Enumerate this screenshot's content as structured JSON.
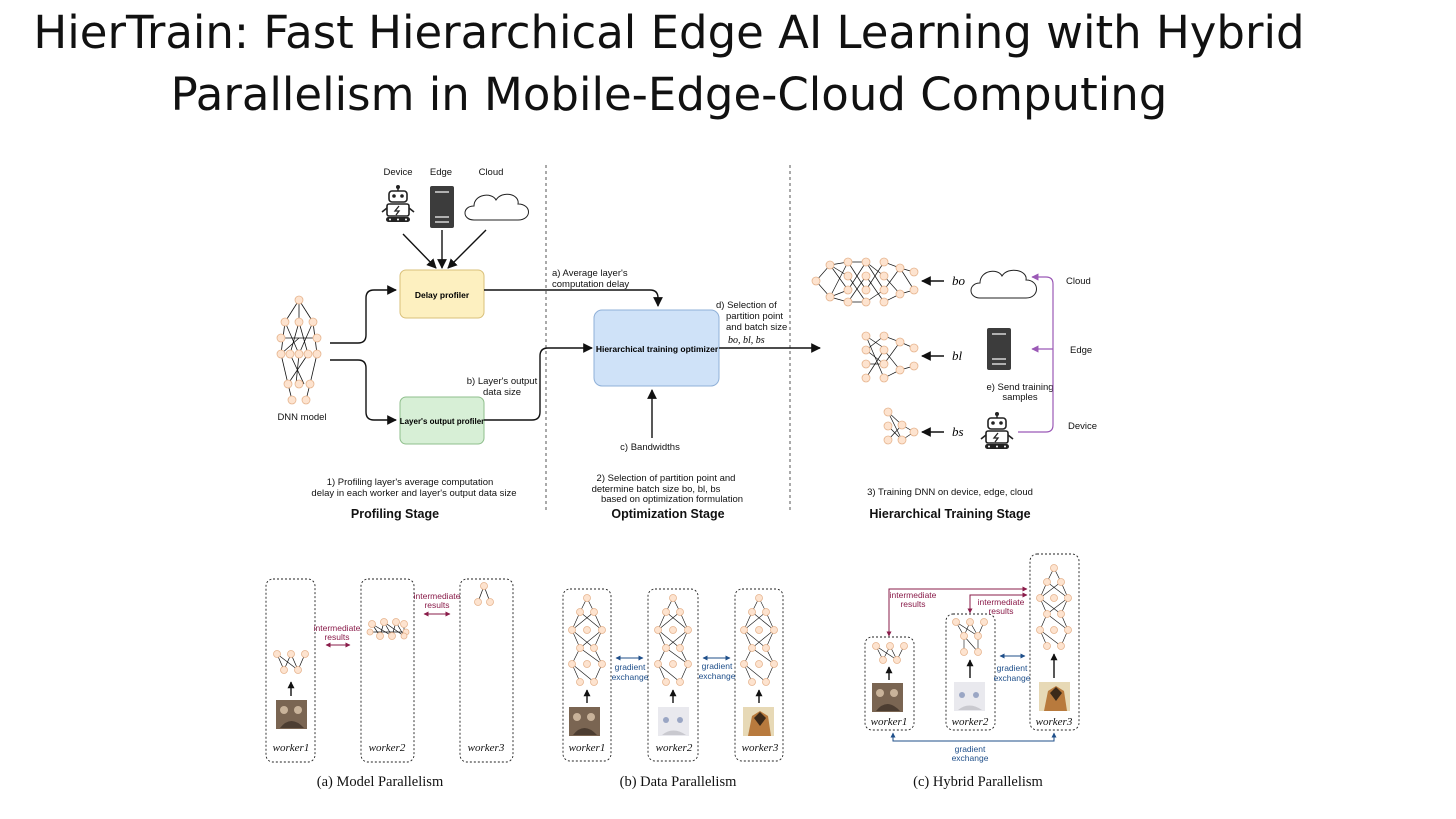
{
  "title": {
    "line1": "HierTrain: Fast Hierarchical Edge AI Learning with Hybrid",
    "line2": "Parallelism in Mobile-Edge-Cloud Computing"
  },
  "colors": {
    "delay_profiler": "#fdf0c0",
    "output_profiler": "#d7efd6",
    "optimizer": "#cfe2f8",
    "intermediate": "#8a1c4a",
    "gradient": "#1f4f8a",
    "send": "#9b59b6"
  },
  "profiling": {
    "device": "Device",
    "edge": "Edge",
    "cloud": "Cloud",
    "delay_profiler": "Delay profiler",
    "output_profiler": "Layer's output profiler",
    "dnn_model": "DNN model",
    "desc_line1": "1) Profiling layer's average computation",
    "desc_line2": "delay in each worker and layer's output data size",
    "stage": "Profiling Stage"
  },
  "optimization": {
    "label_a1": "a) Average layer's",
    "label_a2": "computation  delay",
    "label_b1": "b) Layer's output",
    "label_b2": "data size",
    "optimizer": "Hierarchical  training optimizer",
    "label_c": "c)  Bandwidths",
    "label_d1": "d)  Selection of",
    "label_d2": "partition point",
    "label_d3": "and  batch size",
    "label_d4": "bo, bl, bs",
    "desc_line1": "2)  Selection of partition point and",
    "desc_line2": "determine batch size bo, bl, bs",
    "desc_line3": "based on optimization formulation",
    "stage": "Optimization Stage"
  },
  "training": {
    "b_o": "bo",
    "b_l": "bl",
    "b_s": "bs",
    "cloud": "Cloud",
    "edge": "Edge",
    "device": "Device",
    "send1": "e)  Send training",
    "send2": "samples",
    "desc": "3)  Training DNN on device, edge, cloud",
    "stage": "Hierarchical Training Stage"
  },
  "panels": {
    "worker1": "worker1",
    "worker2": "worker2",
    "worker3": "worker3",
    "intermediate1": "intermediate",
    "intermediate2": "results",
    "gradient1": "gradient",
    "gradient2": "exchange",
    "caption_a": "(a) Model Parallelism",
    "caption_b": "(b) Data Parallelism",
    "caption_c": "(c) Hybrid Parallelism"
  }
}
